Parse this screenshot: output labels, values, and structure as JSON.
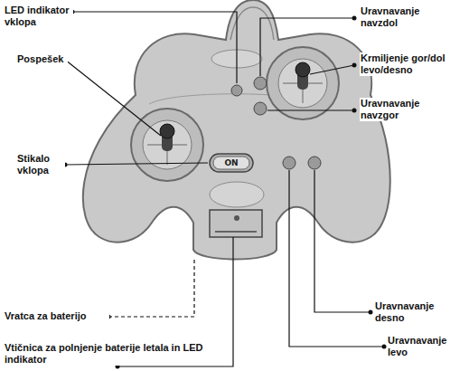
{
  "diagram": {
    "labels": [
      "LED indikator vklopa",
      "Pospešek",
      "Stikalo vklopa",
      "Vratca za baterijo",
      "Vtičnica za polnjenje baterije letala in LED indikator",
      "Uravnavanje navzdol",
      "Krmiljenje gor/dol levo/desno",
      "Uravnavanje navzgor",
      "Uravnavanje desno",
      "Uravnavanje levo",
      "ON"
    ]
  }
}
